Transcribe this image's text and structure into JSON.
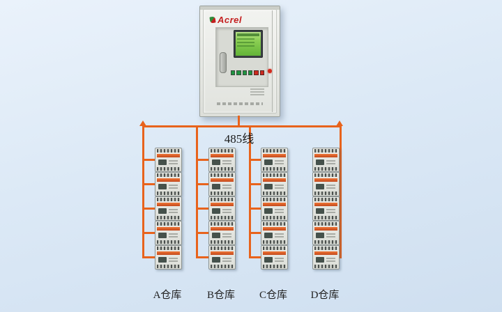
{
  "background": {
    "top": "#eaf2fb",
    "bottom": "#cfdff0"
  },
  "cabinet": {
    "brand": "Acrel",
    "brand_color": "#c41f1f",
    "screen_color": "#7cc043",
    "icons": {
      "acrel-logo-icon": "green-red leaf mark",
      "power-indicator-light": "red round lamp"
    }
  },
  "bus": {
    "label": "485线",
    "wire_color": "#e8631c"
  },
  "columns": [
    {
      "id": "A",
      "label": "A仓库",
      "device_count": 5
    },
    {
      "id": "B",
      "label": "B仓库",
      "device_count": 5
    },
    {
      "id": "C",
      "label": "C仓库",
      "device_count": 5
    },
    {
      "id": "D",
      "label": "D仓库",
      "device_count": 5
    }
  ],
  "devices": {
    "type": "din-rail-meter-module",
    "total": 20
  }
}
